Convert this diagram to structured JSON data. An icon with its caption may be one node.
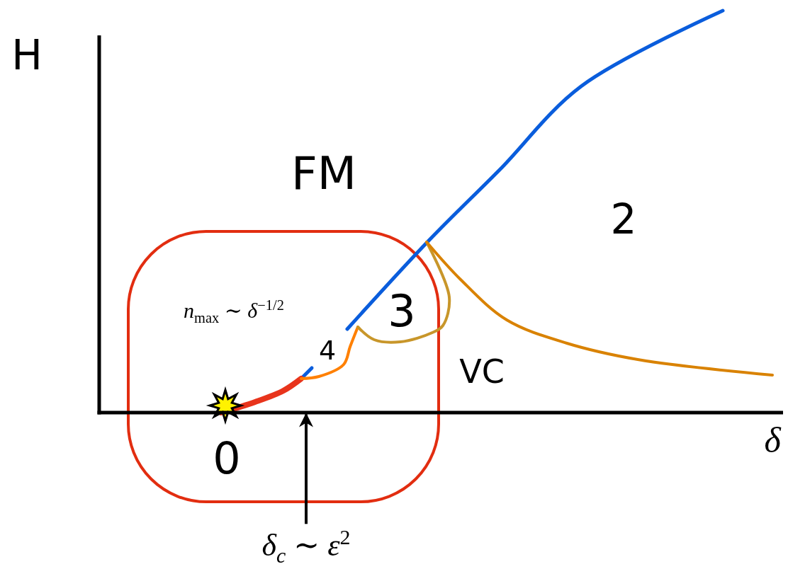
{
  "diagram": {
    "nodes": [
      {
        "text": [
          "*δ*$_{c}$ ∼ *ε*$^{2}$"
        ]
      },
      {
        "text": [],
        "shape": "line"
      }
    ],
    "edges": [
      {
        "from": 0,
        "to": 1,
        "arrow": "to"
      }
    ],
    "labels": [
      "H",
      "FM",
      "2",
      "*n*$_{max}$ ∼ *δ*$^{−1/2}$",
      "3",
      "4",
      "VC",
      "0",
      "δ"
    ]
  }
}
